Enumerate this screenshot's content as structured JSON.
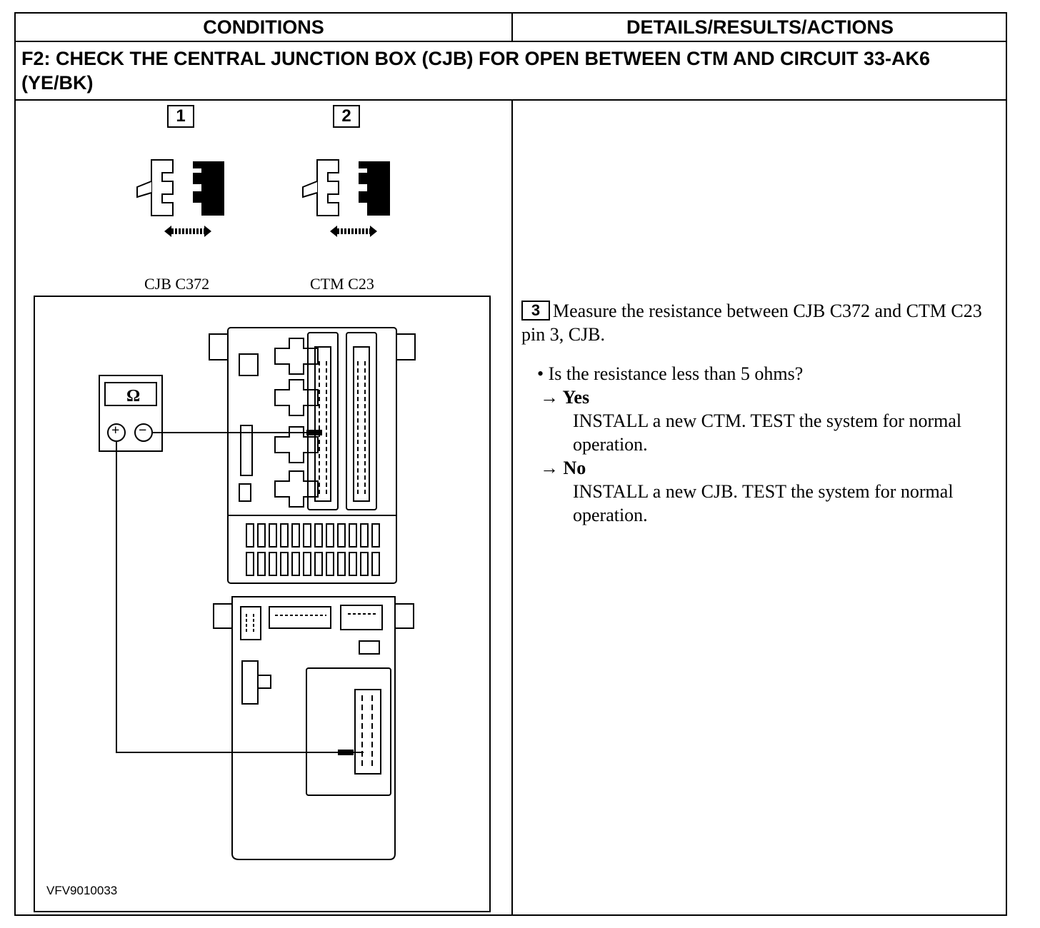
{
  "headers": {
    "conditions": "CONDITIONS",
    "details": "DETAILS/RESULTS/ACTIONS"
  },
  "step_title": "F2: CHECK THE CENTRAL JUNCTION BOX (CJB) FOR OPEN BETWEEN CTM AND CIRCUIT 33-AK6 (YE/BK)",
  "connectors": [
    {
      "step": "1",
      "label": "CJB C372"
    },
    {
      "step": "2",
      "label": "CTM C23"
    }
  ],
  "meter_symbol": "Ω",
  "meter_plus": "+",
  "meter_minus": "−",
  "figure_code": "VFV9010033",
  "details": {
    "step": "3",
    "instruction": "Measure the resistance between CJB C372 and CTM C23 pin 3, CJB.",
    "question": "• Is the resistance less than 5 ohms?",
    "yes_label": "→ Yes",
    "yes_action": "INSTALL a new CTM. TEST the system for normal operation.",
    "no_label": "→ No",
    "no_action": "INSTALL a new CJB. TEST the system for normal operation."
  }
}
